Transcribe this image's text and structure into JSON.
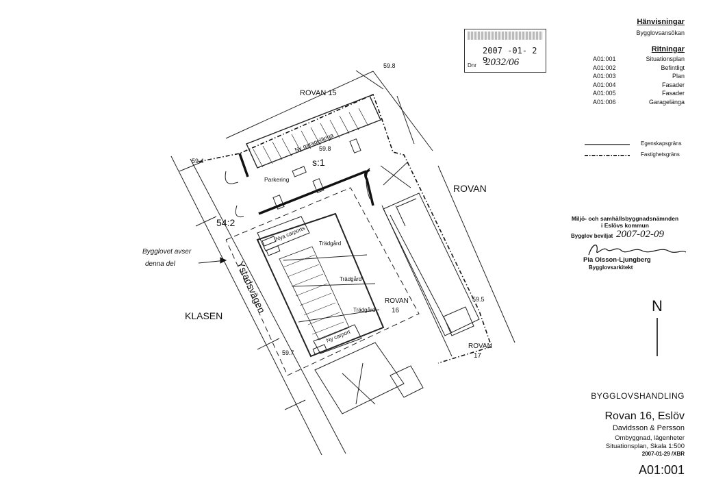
{
  "references": {
    "title": "Hänvisningar",
    "item": "Bygglovsansökan"
  },
  "drawings": {
    "title": "Ritningar",
    "items": [
      {
        "code": "A01:001",
        "name": "Situationsplan"
      },
      {
        "code": "A01:002",
        "name": "Befintligt"
      },
      {
        "code": "A01:003",
        "name": "Plan"
      },
      {
        "code": "A01:004",
        "name": "Fasader"
      },
      {
        "code": "A01:005",
        "name": "Fasader"
      },
      {
        "code": "A01:006",
        "name": "Garagelänga"
      }
    ]
  },
  "legend": {
    "property_boundary": "Egenskapsgräns",
    "lot_boundary": "Fastighetsgräns"
  },
  "stamp": {
    "date": "2007 -01- 2 9",
    "dnr_label": "Dnr",
    "dnr_value": "2032/06"
  },
  "approval": {
    "line1": "Miljö- och samhällsbyggnadsnämnden",
    "line2": "i Eslövs kommun",
    "permit_label": "Bygglov beviljat",
    "permit_date": "2007-02-09",
    "signer": "Pia Olsson-Ljungberg",
    "signer_title": "Bygglovsarkitekt"
  },
  "north": "N",
  "plan": {
    "rovan15": "ROVAN 15",
    "rovan": "ROVAN",
    "rovan16_a": "ROVAN",
    "rovan16_b": "16",
    "rovan17_a": "ROVAN",
    "rovan17_b": "17",
    "klasen": "KLASEN",
    "street": "Ystadsvägen",
    "lot542": "54:2",
    "s1": "s:1",
    "parking": "Parkering",
    "garage": "Ny garagelänga",
    "carports1": "Nya carports",
    "carports2": "Ny carport",
    "garden1": "Trädgård",
    "garden2": "Trädgård",
    "garden3": "Trädgård",
    "h1": "59.8",
    "h2": "59.8",
    "h3": "59.4",
    "h4": "59.5",
    "h5": "59.7",
    "note_line1": "Bygglovet avser",
    "note_line2": "denna del"
  },
  "title_block": {
    "doc_type": "BYGGLOVSHANDLING",
    "project": "Rovan 16, Eslöv",
    "client": "Davidsson & Persson",
    "desc1": "Ombyggnad, lägenheter",
    "desc2": "Situationsplan, Skala 1:500",
    "date_sign": "2007-01-29 /XBR",
    "number": "A01:001"
  }
}
